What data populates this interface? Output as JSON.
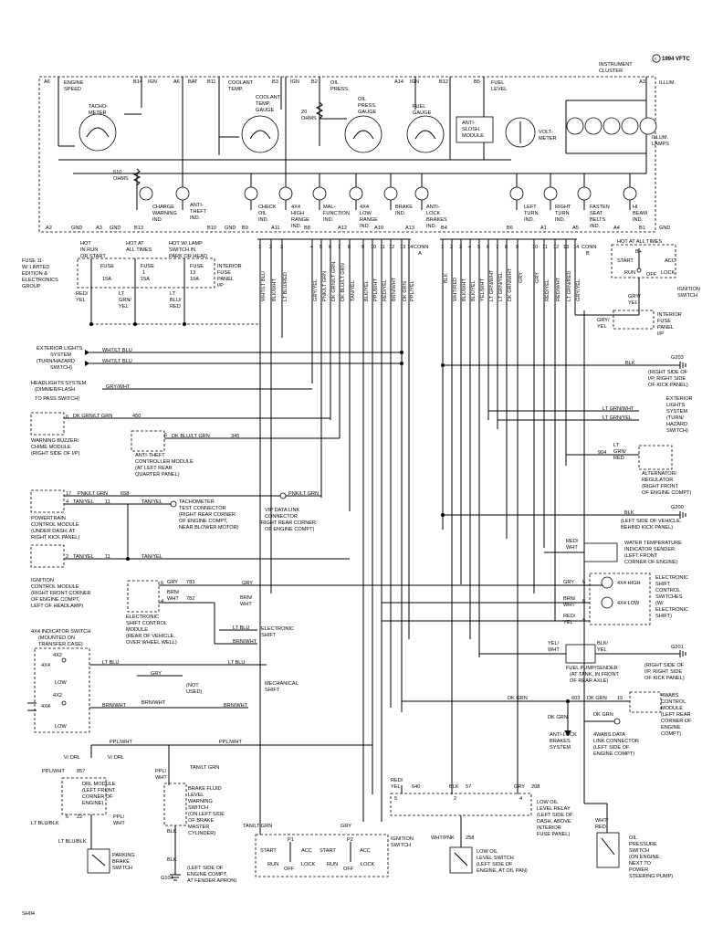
{
  "copyright": "1994 VFTC",
  "page_code": "SH04",
  "cluster": {
    "title": "INSTRUMENT\nCLUSTER",
    "pins_top": [
      "A6",
      "B14",
      "A6",
      "B11",
      "B3",
      "B2",
      "A14",
      "B12",
      "B5",
      "A3"
    ],
    "pin_labels_top": [
      "ENGINE\nSPEED",
      "IGN",
      "BAT",
      "COOLANT\nTEMP.",
      "IGN",
      "OIL\nPRESS.",
      "IGN",
      "FUEL\nLEVEL",
      "ILLUM."
    ],
    "gauges": {
      "tach": "TACHO-\nMETER",
      "coolant": "COOLANT\nTEMP.\nGAUGE",
      "oil": "OIL\nPRESS.\nGAUGE",
      "fuel": "FUEL\nGAUGE",
      "voltmeter": "VOLT-\nMETER",
      "anti_slosh": "ANTI-\nSLOSH\nMODULE",
      "illum": "ILLUM.\nLAMPS"
    },
    "resistors": {
      "r510": "510\nOHMS",
      "r20": "20\nOHMS"
    },
    "indicators_left": [
      "CHARGE\nWARNING\nIND.",
      "ANTI-\nTHEFT\nIND."
    ],
    "indicators_mid": [
      "CHECK\nOIL\nIND.",
      "4X4\nHIGH\nRANGE\nIND.",
      "MAL-\nFUNCTION\nIND.",
      "4X4\nLOW\nRANGE\nIND.",
      "BRAKE\nIND.",
      "ANTI-\nLOCK\nBRAKES\nIND."
    ],
    "indicators_right": [
      "LEFT\nTURN\nIND.",
      "RIGHT\nTURN\nIND.",
      "FASTEN\nSEAT\nBELTS\nIND.",
      "HI\nBEAM\nIND."
    ],
    "pins_bottom": [
      "A2",
      "GND",
      "A3",
      "GND",
      "B13",
      "B10",
      "GND",
      "B9",
      "A11",
      "B8",
      "A12",
      "A10",
      "A13",
      "B4",
      "B6",
      "A1",
      "A5",
      "A4",
      "B1"
    ],
    "conn_a": "CONN\nA",
    "conn_b": "CONN\nB"
  },
  "conn_a_pins": [
    "1",
    "2",
    "3",
    "4",
    "5",
    "6",
    "7",
    "8",
    "9",
    "10",
    "11",
    "12",
    "13",
    "14"
  ],
  "conn_a_wires": [
    "WHT/LT BLU",
    "BLK/WHT",
    "LT BLU/RED",
    "GRY/YEL",
    "PNK/LT GRN",
    "DK GRN/LT GRN",
    "DK BLU/LT GRN",
    "TAN/YEL",
    "BLK/YEL",
    "PPL/WHT",
    "RED/YEL",
    "BRN/WHT",
    "DK GRN",
    "PPL/YEL"
  ],
  "conn_b_pins": [
    "1",
    "2",
    "3",
    "4",
    "5",
    "6",
    "7",
    "8",
    "9",
    "10",
    "11",
    "12",
    "13",
    "14"
  ],
  "conn_b_wires": [
    "BLK",
    "WHT/RED",
    "BLK/WHT",
    "BLK/YEL",
    "YEL/WHT",
    "LT GRN/WHT",
    "LT GRN/YEL",
    "DK GRN/WHT",
    "GRY",
    "GRY",
    "RED/YEL",
    "RED/WHT",
    "LT GRN/RED",
    "GRY/YEL"
  ],
  "fuses": {
    "title": "FUSE 11-\nW/ LIMITED\nEDITION &\nELECTRONICS\nGROUP",
    "hot_run": "HOT\nIN RUN\nOR START",
    "hot_all": "HOT AT\nALL TIMES",
    "hot_park": "HOT W/ LAMP\nSWITCH IN\nPARK OR HEAD",
    "panel": "INTERIOR\nFUSE\nPANEL\nI/P",
    "f1": "FUSE\n1\n15A",
    "f2": "FUSE\n13\n10A",
    "f0": "FUSE\n\n15A",
    "w_redyel": "RED/\nYEL",
    "w_ltgrnyel": "LT\nGRN/\nYEL",
    "w_ltbluered": "LT\nBLU/\nRED"
  },
  "ignition_top": {
    "hot": "HOT AT ALL TIMES",
    "b": "B+",
    "start": "START",
    "acc": "ACC",
    "run": "RUN",
    "off": "OFF",
    "lock": "LOCK",
    "name": "IGNITION\nSWITCH",
    "wire": "GRY/\nYEL",
    "wire2": "GRY/\nYEL",
    "panel": "INTERIOR\nFUSE\nPANEL\nI/P"
  },
  "left_labels": {
    "ext_lights": "EXTERIOR LIGHTS\nSYSTEM\n(TURN/HAZARD\nSWITCH)",
    "headlights": "HEADLIGHTS SYSTEM\n(DIMMER/FLASH\nTO PASS SWITCH)",
    "buzzer": "WARNING BUZZER/\nCHIME MODULE\n(RIGHT SIDE OF I/P)",
    "antitheft": "ANTI-THEFT\nCONTROLLER MODULE\n(AT LEFT REAR\nQUARTER PANEL)",
    "pcm": "POWERTRAIN\nCONTROL MODULE\n(UNDER DASH, AT\nRIGHT KICK PANEL)",
    "tach_conn": "TACHOMETER\nTEST CONNECTOR\n(RIGHT REAR CORNER\nOF ENGINE COMPT,\nNEAR BLOWER MOTOR)",
    "vip": "VIP DATA LINK\nCONNECTOR\n(RIGHT REAR CORNER\nOF ENGINE COMPT)",
    "icm": "IGNITION\nCONTROL MODULE\n(RIGHT FRONT CORNER\nOF ENGINE COMPT,\nLEFT OF HEADLAMP)",
    "escm": "ELECTRONIC\nSHIFT CONTROL\nMODULE\n(REAR OF VEHICLE,\nOVER WHEEL WELL)",
    "esh": "ELECTRONIC\nSHIFT",
    "mech": "MECHANICAL\nSHIFT",
    "notused": "(NOT\nUSED)",
    "x4sw": "4X4 INDICATOR SWITCH\n(MOUNTED ON\nTRANSFER CASE)",
    "x4h": "4X2",
    "x4a": "4X4",
    "low": "LOW",
    "drl": "DRL MODULE\n(LEFT FRONT\nCORNER OF\nENGINE)",
    "park": "PARKING\nBRAKE\nSWITCH",
    "brake": "BRAKE FLUID\nLEVEL\nWARNING\nSWITCH\n(ON LEFT SIDE\nOF BRAKE\nMASTER\nCYLINDER)",
    "g104": "G104",
    "g104loc": "(LEFT SIDE OF\nENGINE COMPT,\nAT FENDER APRON)",
    "ign_bottom": "IGNITION\nSWITCH",
    "oil_lvl": "LOW OIL\nLEVEL SWITCH\n(LEFT SIDE OF\nENGINE, AT OIL PAN)",
    "relay": "LOW OIL\nLEVEL RELAY\n(LEFT SIDE OF\nDASH, ABOVE\nINTERIOR\nFUSE PANEL)",
    "oil_press": "OIL\nPRESSURE\nSWITCH\n(ON ENGINE,\nNEXT TO\nPOWER\nSTEERING PUMP)"
  },
  "right_labels": {
    "g203": "G203",
    "g203loc": "(RIGHT SIDE OF\nI/P, RIGHT SIDE\nOF KICK PANEL)",
    "ext_lights": "EXTERIOR\nLIGHTS\nSYSTEM\n(TURN/\nHAZARD\nSWITCH)",
    "alt": "ALTERNATOR/\nREGULATOR\n(RIGHT FRONT\nOF ENGINE COMPT)",
    "g200": "G200",
    "g200loc": "(LEFT SIDE OF VEHICLE,\nBEHIND KICK PANEL)",
    "water": "WATER TEMPERATURE\nINDICATOR SENDER\n(LEFT FRONT\nCORNER OF ENGINE)",
    "escsw": "ELECTRONIC\nSHIFT\nCONTROL\nSWITCHES\n(W/\nELECTRONIC\nSHIFT)",
    "x4high": "4X4 HIGH",
    "x4low": "4X4 LOW",
    "fuel": "FUEL PUMP/SENDER\n(AT TANK, IN FRONT\nOF REAR AXLE)",
    "g201": "G201",
    "g201loc": "(RIGHT SIDE OF\nI/P, RIGHT SIDE\nOF KICK PANEL)",
    "abs": "4WABS\nCONTROL\nMODULE\n(LEFT REAR\nCORNER OF\nENGINE\nCOMPT)",
    "abs_sys": "ANTI-LOCK\nBRAKES\nSYSTEM",
    "data_link": "4WABS DATA\nLINK CONNECTOR\n(LEFT SIDE OF\nENGINE COMPT)"
  },
  "wire_labels": {
    "wht_ltblu": "WHT/LT BLU",
    "gry_wht": "GRY/WHT",
    "dk_grn_ltgrn": "DK GRN/LT GRN",
    "c450": "450",
    "dk_blu_ltgrn": "DK BLU/LT GRN",
    "c345": "345",
    "pnk_ltgrn": "PNK/LT GRN",
    "c658": "658",
    "tan_yel": "TAN/YEL",
    "c11": "11",
    "blk": "BLK",
    "lt_grn_wht": "LT GRN/WHT",
    "lt_grn_yel": "LT GRN/YEL",
    "c904": "904",
    "lt_grn_red": "LT\nGRN/\nRED",
    "red_wht": "RED/\nWHT",
    "gry": "GRY",
    "brn_wht": "BRN/\nWHT",
    "red_yel": "RED/\nYEL",
    "c783": "783",
    "c782": "782",
    "lt_blu": "LT BLU",
    "yel_wht": "YEL/\nWHT",
    "blk_yel": "BLK/\nYEL",
    "dk_grn": "DK GRN",
    "c603": "603",
    "ppl_wht": "PPL/WHT",
    "v_drl": "V/DRL",
    "c857": "857",
    "c22": "22",
    "lt_blu_blk": "LT BLU/BLK",
    "tan_ltgrn": "TAN/LT GRN",
    "c640": "640",
    "c57": "57",
    "c208": "208",
    "c258": "258",
    "wht_pnk": "WHT/PNK",
    "wht_red": "WHT/\nRED",
    "ppl_wht_v": "PPL/\nWHT",
    "p1": "P1",
    "p2": "P2"
  }
}
